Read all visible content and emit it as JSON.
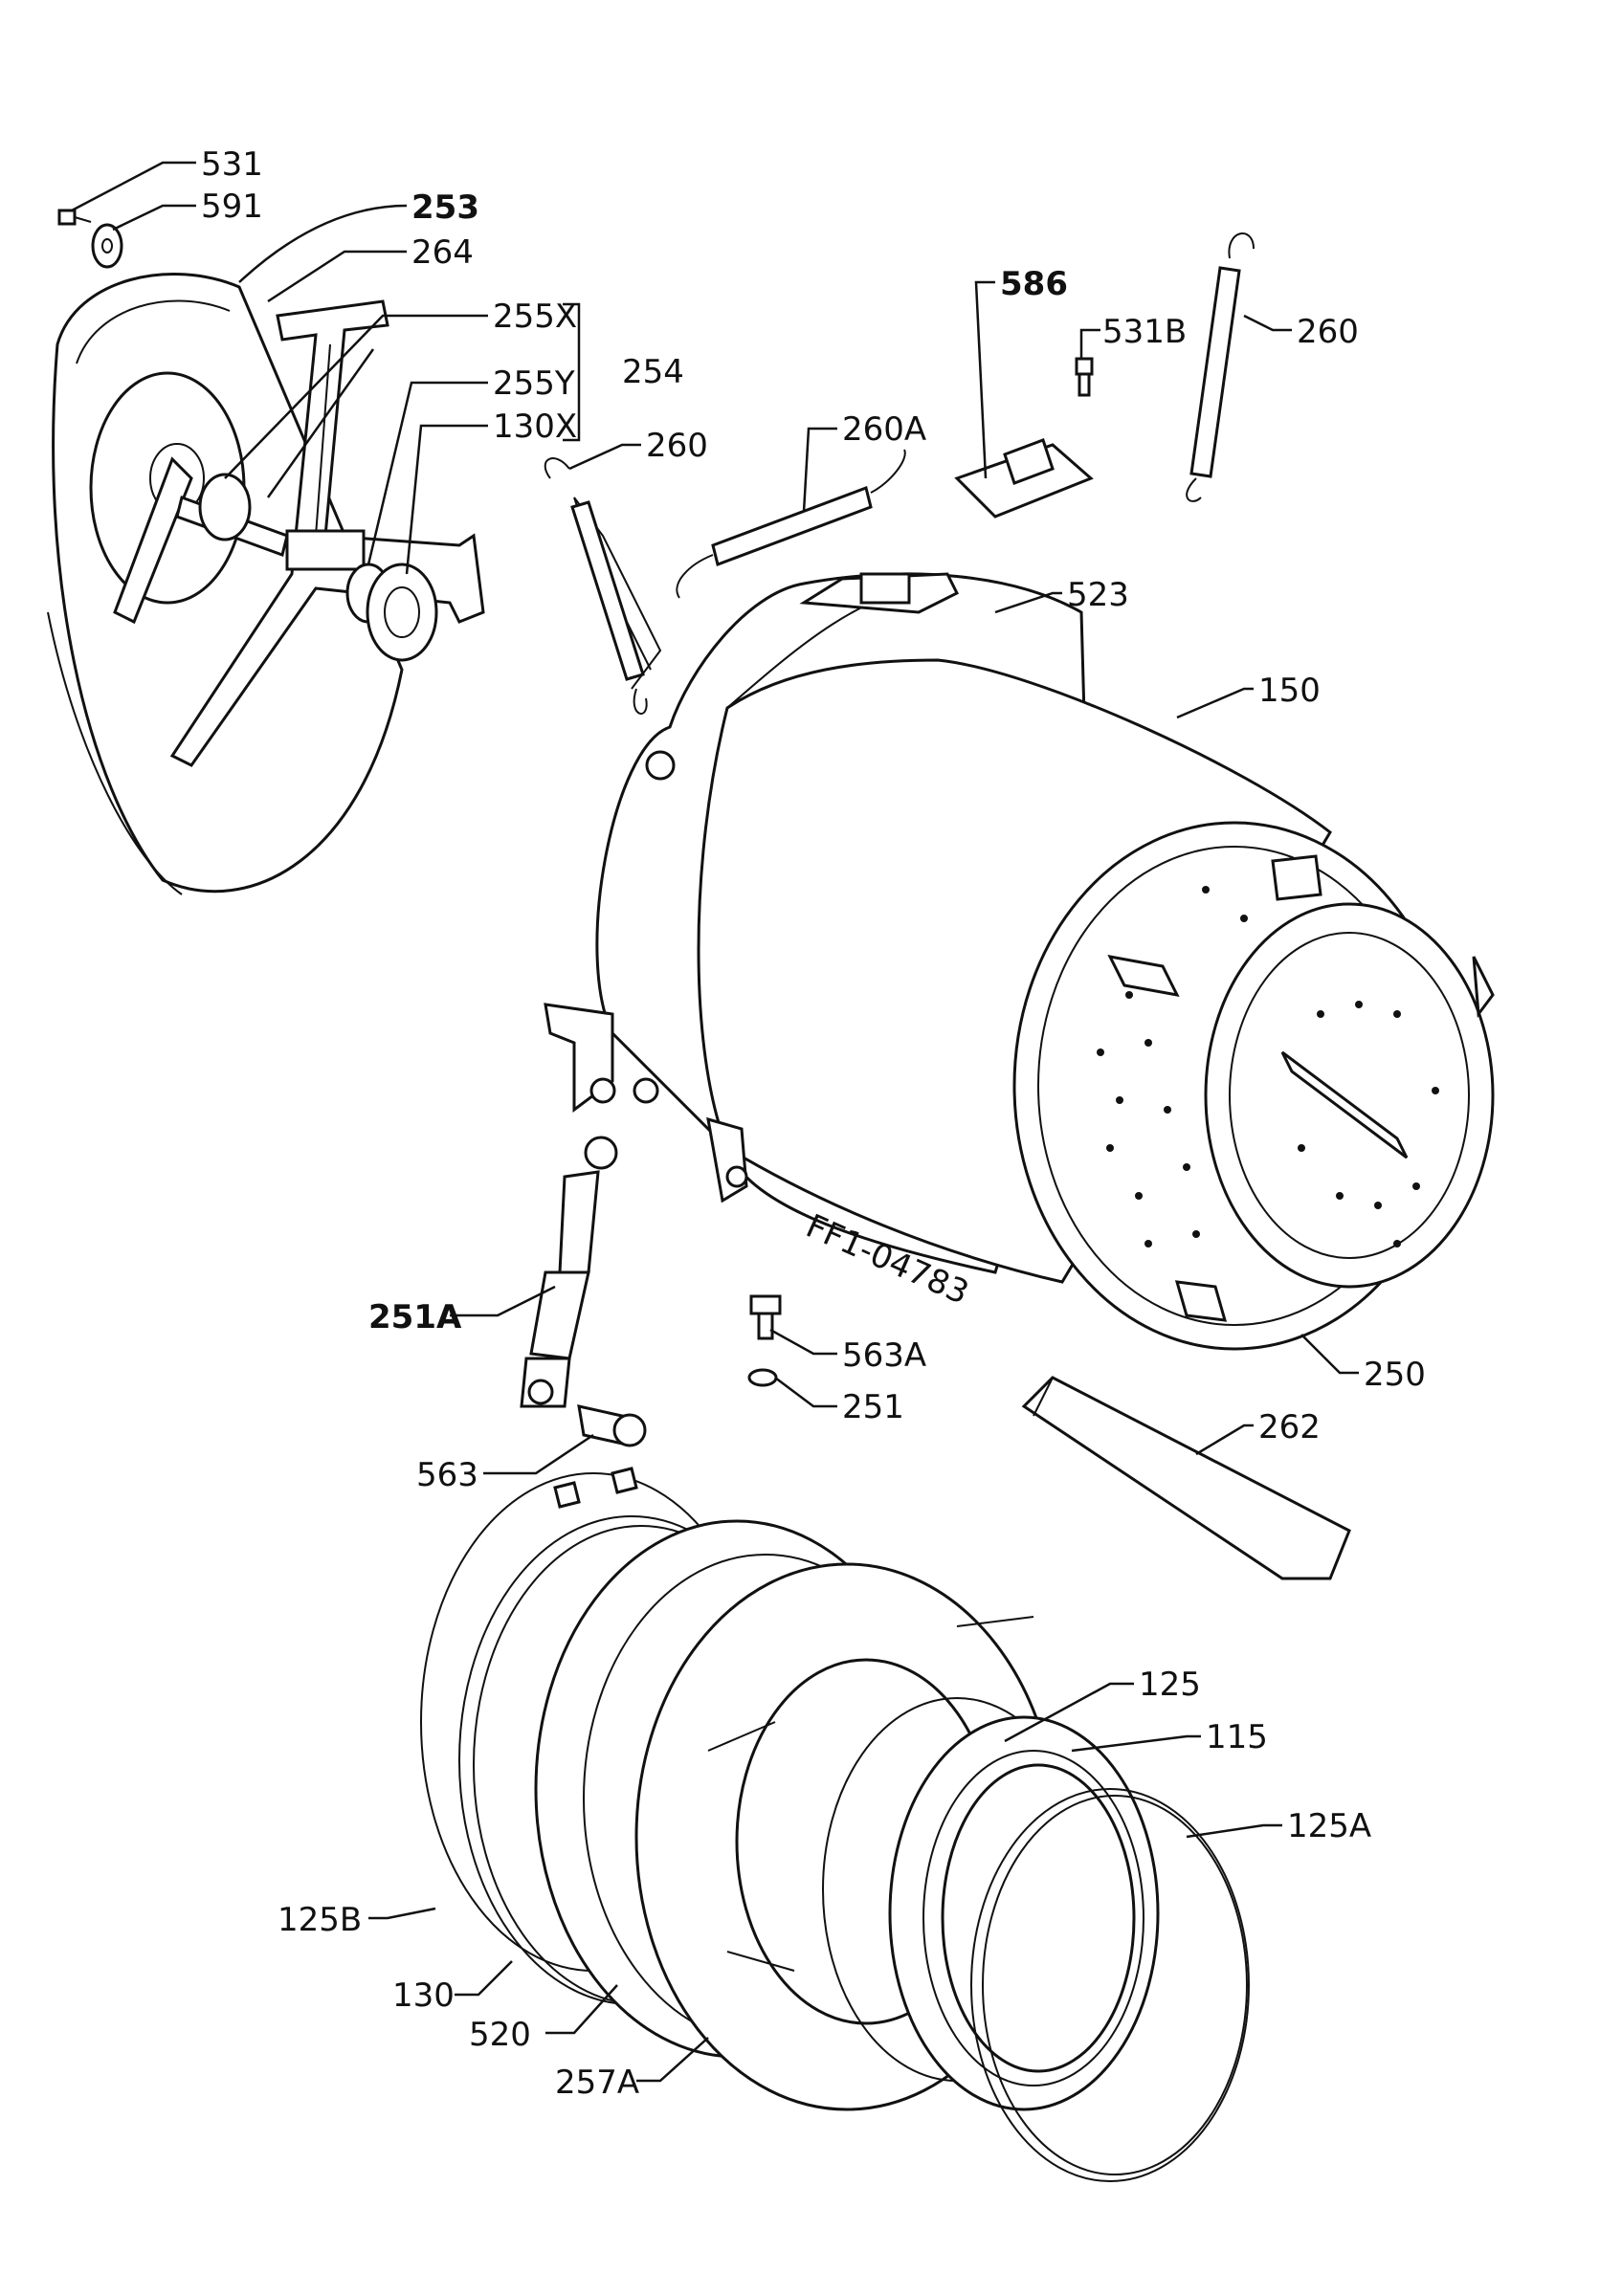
{
  "labels": {
    "l531": "531",
    "l591": "591",
    "l253": "253",
    "l264": "264",
    "l255x": "255X",
    "l254": "254",
    "l255y": "255Y",
    "l130x": "130X",
    "l260a_spring": "260",
    "l260A": "260A",
    "l586": "586",
    "l531b": "531B",
    "l260b_spring": "260",
    "l523": "523",
    "l150": "150",
    "l251A": "251A",
    "l563A": "563A",
    "l251": "251",
    "l250": "250",
    "l563": "563",
    "l262": "262",
    "l125": "125",
    "l115": "115",
    "l125A": "125A",
    "l125B": "125B",
    "l130": "130",
    "l520": "520",
    "l257A": "257A"
  },
  "drum_stamp": "FF1-04783"
}
